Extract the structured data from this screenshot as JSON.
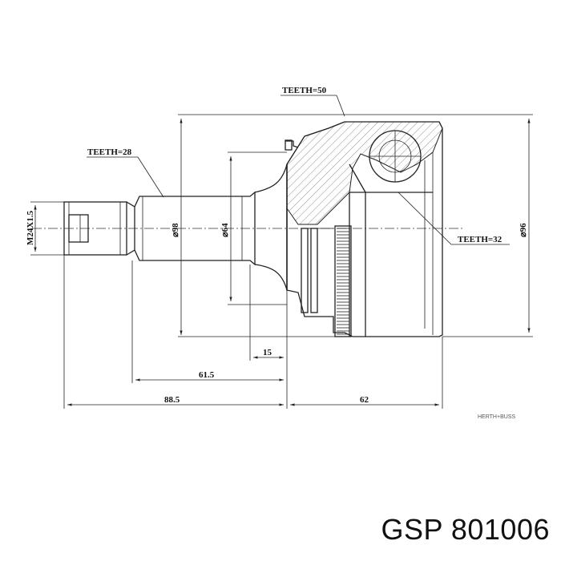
{
  "labels": {
    "teeth_outer": "TEETH=50",
    "teeth_shaft": "TEETH=28",
    "teeth_inner": "TEETH=32",
    "thread": "M24X1.5",
    "dia_98": "⌀98",
    "dia_64": "⌀64",
    "dia_96": "⌀96",
    "dim_15": "15",
    "dim_61_5": "61.5",
    "dim_88_5": "88.5",
    "dim_62": "62",
    "watermark": "HERTH+BUSS"
  },
  "caption": "GSP 801006"
}
